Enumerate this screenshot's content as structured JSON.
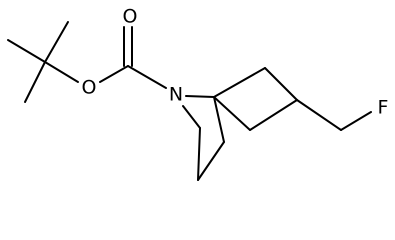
{
  "molecule": {
    "atoms": {
      "oxygen_carbonyl": "O",
      "oxygen_ester": "O",
      "nitrogen": "N",
      "fluorine": "F"
    }
  }
}
